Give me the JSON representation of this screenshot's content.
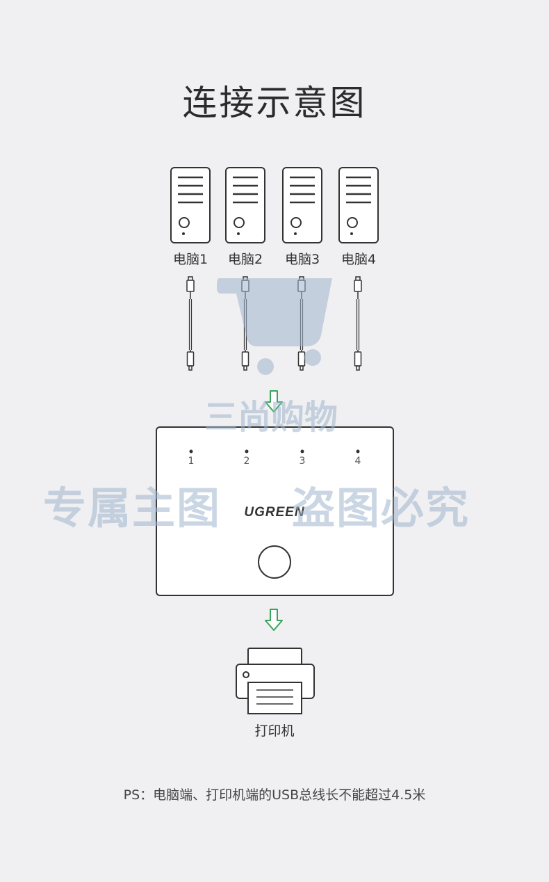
{
  "title": "连接示意图",
  "computers": [
    {
      "label": "电脑1"
    },
    {
      "label": "电脑2"
    },
    {
      "label": "电脑3"
    },
    {
      "label": "电脑4"
    }
  ],
  "switch": {
    "brand": "UGREEN",
    "ports": [
      "1",
      "2",
      "3",
      "4"
    ]
  },
  "printer": {
    "label": "打印机"
  },
  "note": "PS：电脑端、打印机端的USB总线长不能超过4.5米",
  "watermark": {
    "line1": "三尚购物",
    "line2_left": "专属主图",
    "line2_right": "盗图必究"
  },
  "colors": {
    "arrow": "#3aa35a",
    "line": "#333333",
    "watermark": "#a0b4cd"
  }
}
